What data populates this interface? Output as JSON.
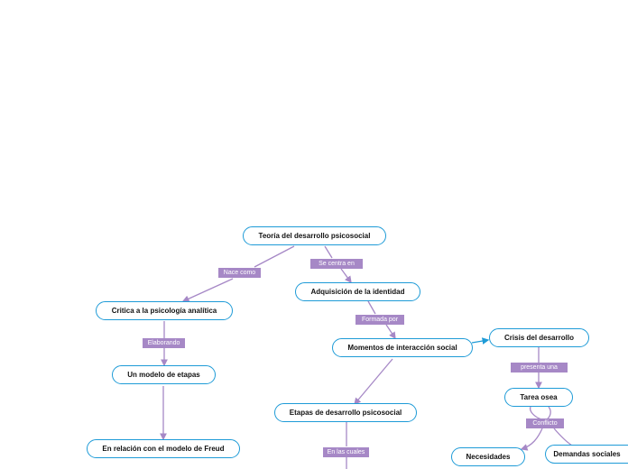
{
  "map": {
    "colors": {
      "node_border": "#1e9bd7",
      "connector": "#a688c6",
      "label_bg": "#a688c6"
    },
    "nodes": {
      "root": "Teoría del desarrollo psicosocial",
      "identity": "Adquisición de la identidad",
      "critica": "Critica a la psicología analítica",
      "momentos": "Momentos de interacción social",
      "crisis": "Crisis del desarrollo",
      "modelo_etapas": "Un modelo de etapas",
      "tarea": "Tarea osea",
      "etapas_desarrollo": "Etapas de desarrollo psicosocial",
      "freud": "En relación con el modelo de Freud",
      "necesidades": "Necesidades",
      "demandas": "Demandas sociales"
    },
    "links": {
      "nace_como": "Nace como",
      "se_centra_en": "Se centra en",
      "formada_por": "Formada por",
      "elaborando": "Elaborando",
      "presenta_una": "presenta una",
      "conflicto": "Conflicto",
      "en_las_cuales": "En las cuales"
    }
  }
}
